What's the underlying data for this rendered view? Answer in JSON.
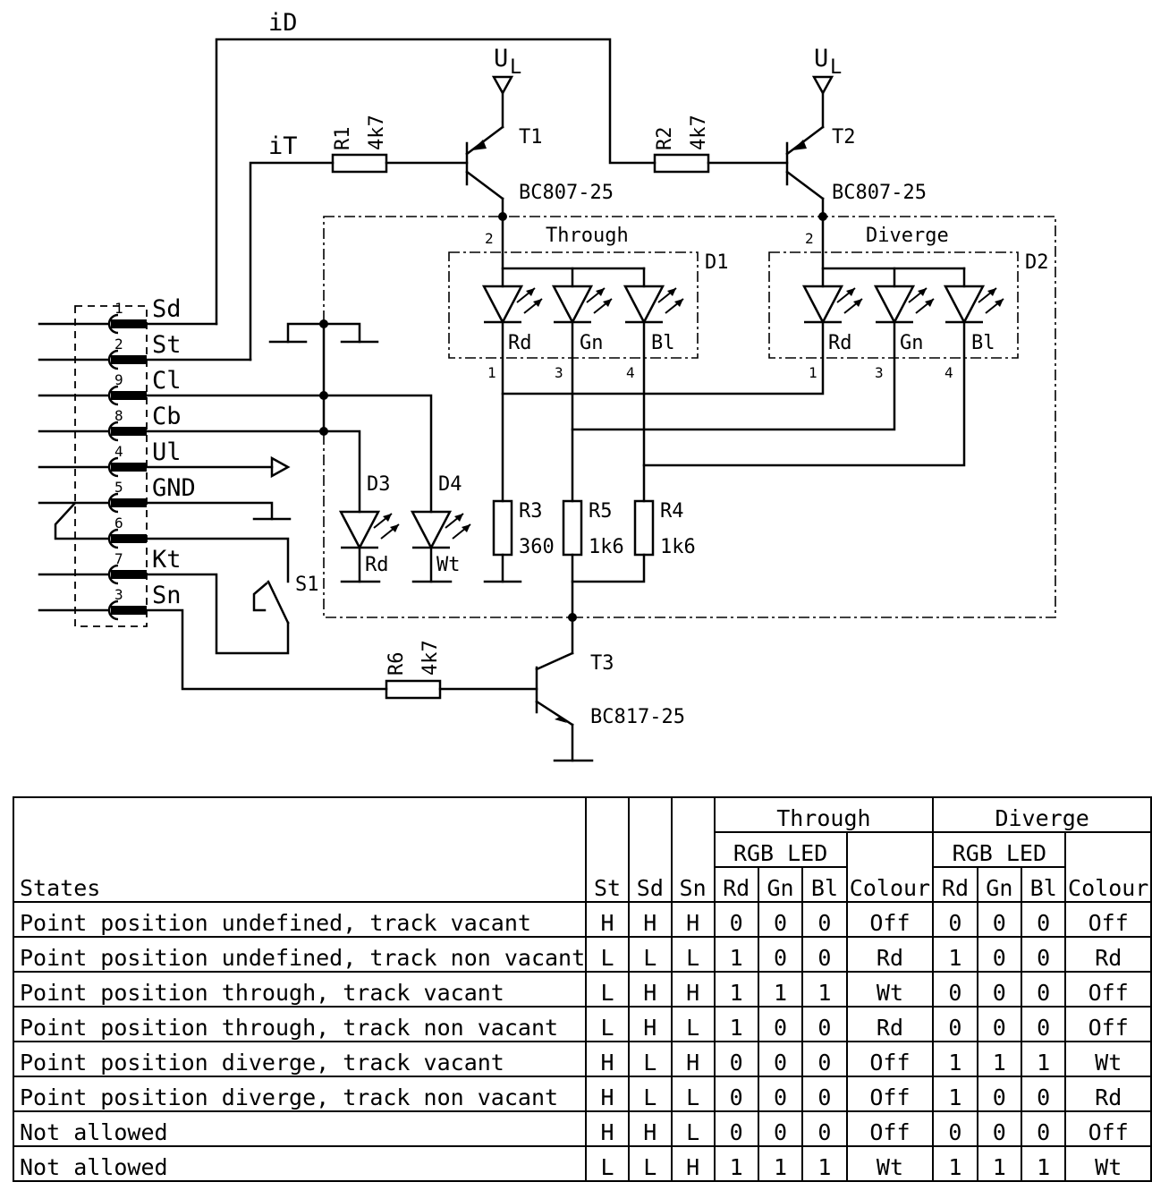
{
  "schematic": {
    "nets": {
      "iD": "iD",
      "iT": "iT"
    },
    "supply": {
      "t1": "U",
      "t2": "U",
      "sub": "L"
    },
    "transistors": [
      {
        "ref": "T1",
        "part": "BC807-25"
      },
      {
        "ref": "T2",
        "part": "BC807-25"
      },
      {
        "ref": "T3",
        "part": "BC817-25"
      }
    ],
    "resistors": [
      {
        "ref": "R1",
        "value": "4k7"
      },
      {
        "ref": "R2",
        "value": "4k7"
      },
      {
        "ref": "R3",
        "value": "360"
      },
      {
        "ref": "R4",
        "value": "1k6"
      },
      {
        "ref": "R5",
        "value": "1k6"
      },
      {
        "ref": "R6",
        "value": "4k7"
      }
    ],
    "leds": {
      "d1": {
        "ref": "D1",
        "title": "Through",
        "colors": [
          "Rd",
          "Gn",
          "Bl"
        ],
        "pins": [
          "2",
          "1",
          "3",
          "4"
        ]
      },
      "d2": {
        "ref": "D2",
        "title": "Diverge",
        "colors": [
          "Rd",
          "Gn",
          "Bl"
        ],
        "pins": [
          "2",
          "1",
          "3",
          "4"
        ]
      },
      "d3": {
        "ref": "D3",
        "color": "Rd"
      },
      "d4": {
        "ref": "D4",
        "color": "Wt"
      }
    },
    "switch": {
      "ref": "S1"
    },
    "connector": [
      {
        "pin": "1",
        "signal": "Sd"
      },
      {
        "pin": "2",
        "signal": "St"
      },
      {
        "pin": "9",
        "signal": "Cl"
      },
      {
        "pin": "8",
        "signal": "Cb"
      },
      {
        "pin": "4",
        "signal": "Ul"
      },
      {
        "pin": "5",
        "signal": "GND"
      },
      {
        "pin": "6",
        "signal": ""
      },
      {
        "pin": "7",
        "signal": "Kt"
      },
      {
        "pin": "3",
        "signal": "Sn"
      }
    ]
  },
  "table": {
    "header": {
      "states": "States",
      "st": "St",
      "sd": "Sd",
      "sn": "Sn",
      "through": "Through",
      "diverge": "Diverge",
      "rgb_led": "RGB LED",
      "rd": "Rd",
      "gn": "Gn",
      "bl": "Bl",
      "colour": "Colour"
    },
    "rows": [
      {
        "state": "Point position undefined, track vacant",
        "cells": [
          "H",
          "H",
          "H",
          "0",
          "0",
          "0",
          "Off",
          "0",
          "0",
          "0",
          "Off"
        ]
      },
      {
        "state": "Point position undefined, track non vacant",
        "cells": [
          "L",
          "L",
          "L",
          "1",
          "0",
          "0",
          "Rd",
          "1",
          "0",
          "0",
          "Rd"
        ]
      },
      {
        "state": "Point position through, track vacant",
        "cells": [
          "L",
          "H",
          "H",
          "1",
          "1",
          "1",
          "Wt",
          "0",
          "0",
          "0",
          "Off"
        ]
      },
      {
        "state": "Point position through, track non vacant",
        "cells": [
          "L",
          "H",
          "L",
          "1",
          "0",
          "0",
          "Rd",
          "0",
          "0",
          "0",
          "Off"
        ]
      },
      {
        "state": "Point position diverge, track vacant",
        "cells": [
          "H",
          "L",
          "H",
          "0",
          "0",
          "0",
          "Off",
          "1",
          "1",
          "1",
          "Wt"
        ]
      },
      {
        "state": "Point position diverge, track non vacant",
        "cells": [
          "H",
          "L",
          "L",
          "0",
          "0",
          "0",
          "Off",
          "1",
          "0",
          "0",
          "Rd"
        ]
      },
      {
        "state": "Not allowed",
        "cells": [
          "H",
          "H",
          "L",
          "0",
          "0",
          "0",
          "Off",
          "0",
          "0",
          "0",
          "Off"
        ]
      },
      {
        "state": "Not allowed",
        "cells": [
          "L",
          "L",
          "H",
          "1",
          "1",
          "1",
          "Wt",
          "1",
          "1",
          "1",
          "Wt"
        ]
      }
    ]
  }
}
